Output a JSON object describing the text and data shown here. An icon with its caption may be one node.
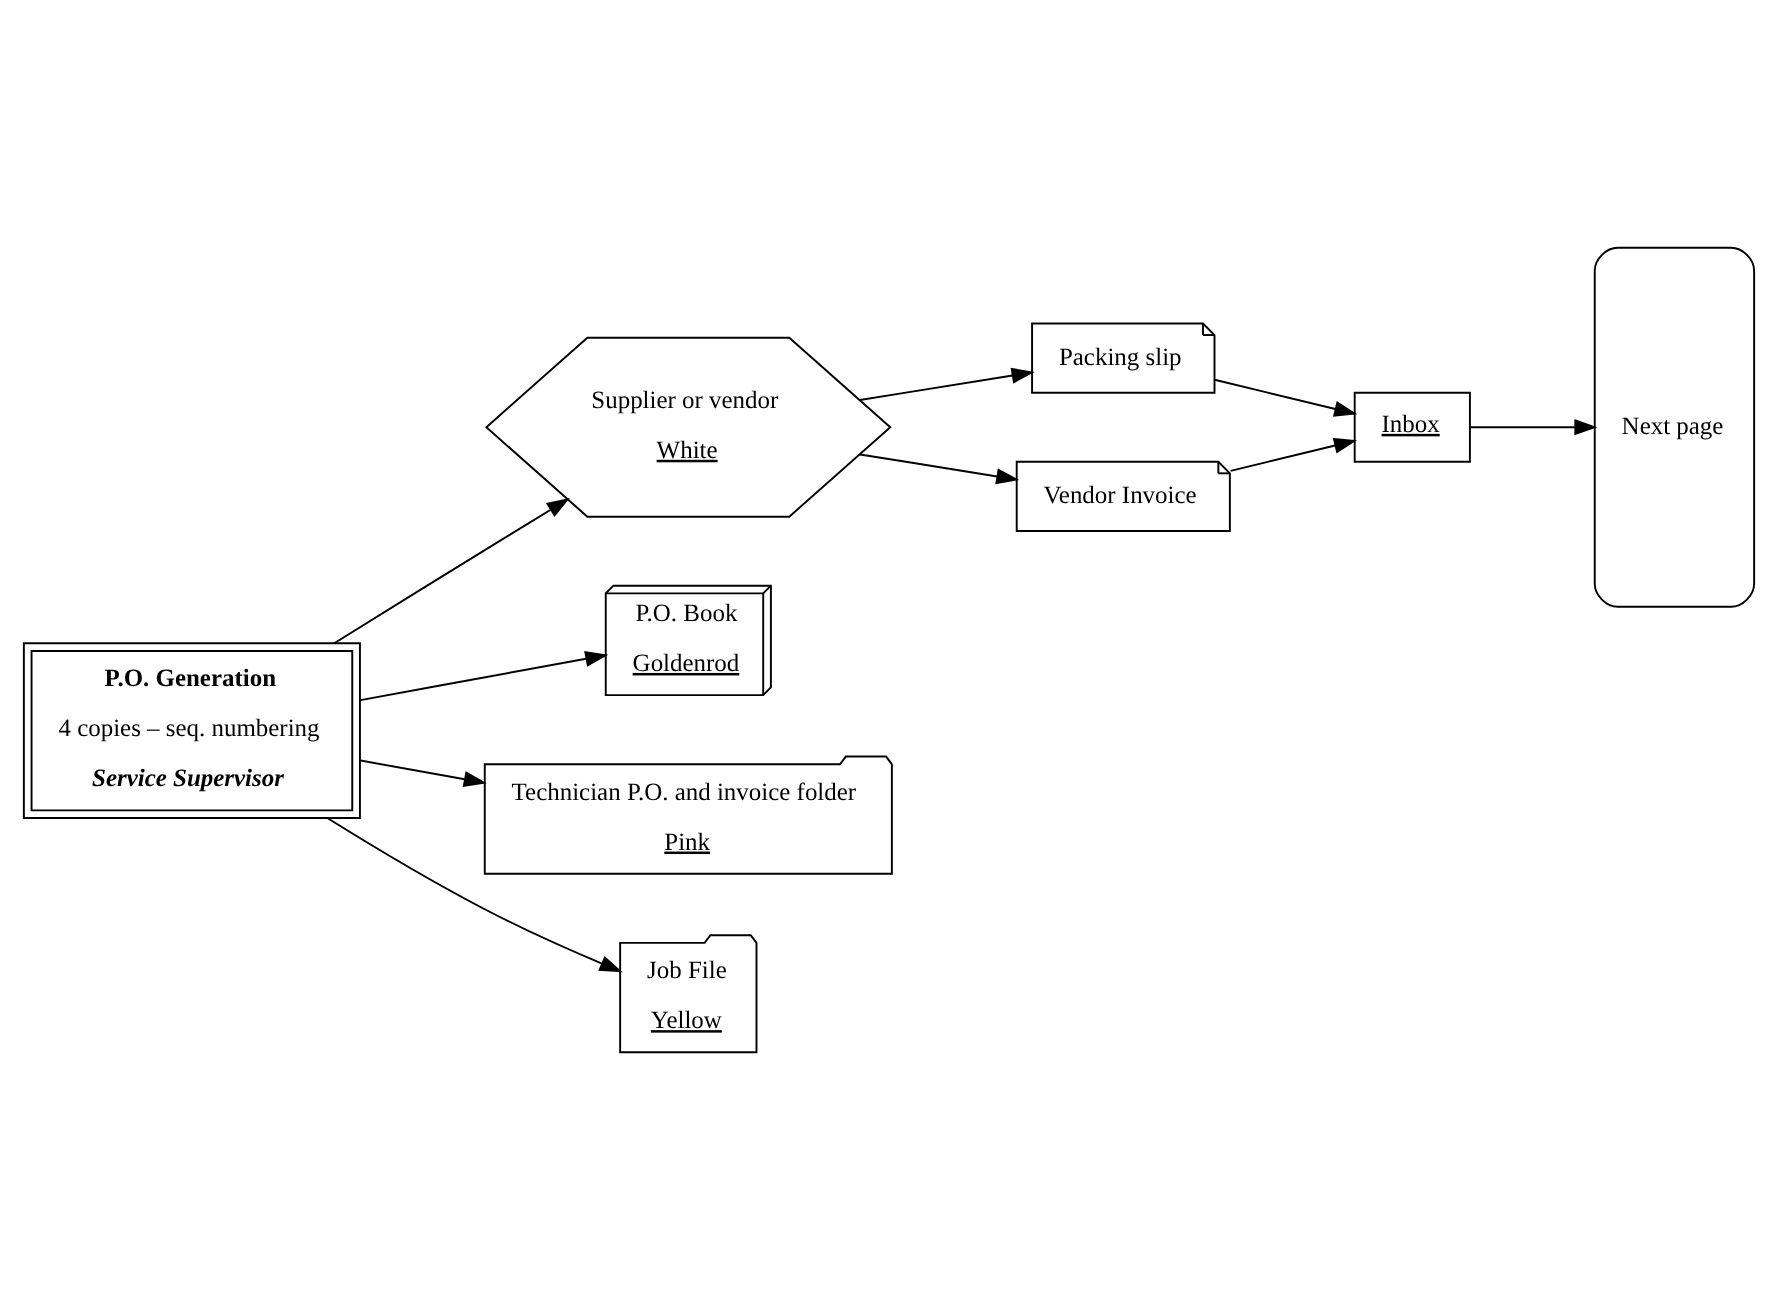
{
  "diagram": {
    "nodes": [
      {
        "text": [
          "Supplier or vendor",
          "White"
        ]
      },
      {
        "text": [
          "Packing slip"
        ]
      },
      {
        "text": [
          "Vendor Invoice"
        ]
      },
      {
        "text": [
          "Inbox"
        ]
      },
      {
        "text": [
          "Next page"
        ]
      },
      {
        "text": [
          "P.O. Generation",
          "4 copies – seq. numbering",
          "Service Supervisor"
        ]
      },
      {
        "text": [
          "P.O. Book",
          "Goldenrod"
        ]
      },
      {
        "text": [
          "Technician P.O. and invoice folder",
          "Pink"
        ]
      },
      {
        "text": [
          "Job File",
          "Yellow"
        ]
      }
    ],
    "edges": [
      {
        "from": 0,
        "to": 1,
        "arrow": "to"
      },
      {
        "from": 0,
        "to": 2,
        "arrow": "to"
      },
      {
        "from": 1,
        "to": 3,
        "arrow": "to"
      },
      {
        "from": 2,
        "to": 3,
        "arrow": "to"
      },
      {
        "from": 3,
        "to": 4,
        "arrow": "to"
      },
      {
        "from": 5,
        "to": 0,
        "arrow": "to"
      },
      {
        "from": 5,
        "to": 6,
        "arrow": "to"
      },
      {
        "from": 5,
        "to": 7,
        "arrow": "to"
      },
      {
        "from": 5,
        "to": 8,
        "arrow": "to"
      }
    ]
  }
}
